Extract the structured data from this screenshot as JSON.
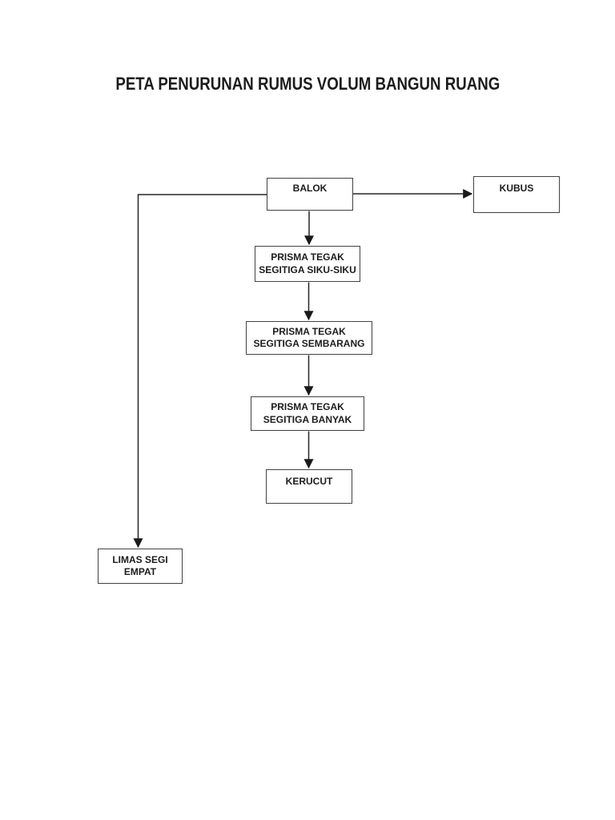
{
  "page": {
    "title": "PETA PENURUNAN RUMUS VOLUM BANGUN RUANG",
    "background_color": "#ffffff"
  },
  "colors": {
    "box_border": "#424242",
    "connector_line": "#262626",
    "text": "#1c1c1c"
  },
  "diagram": {
    "type": "flowchart",
    "nodes": {
      "balok": {
        "label": "BALOK"
      },
      "kubus": {
        "label": "KUBUS"
      },
      "prisma_siku": {
        "line1": "PRISMA TEGAK",
        "line2": "SEGITIGA SIKU-SIKU"
      },
      "prisma_sembarang": {
        "line1": "PRISMA TEGAK",
        "line2": "SEGITIGA SEMBARANG"
      },
      "prisma_banyak": {
        "line1": "PRISMA TEGAK",
        "line2": "SEGITIGA BANYAK"
      },
      "kerucut": {
        "label": "KERUCUT"
      },
      "limas": {
        "line1": "LIMAS SEGI",
        "line2": "EMPAT"
      }
    },
    "edges": [
      {
        "from": "BALOK",
        "to": "KUBUS"
      },
      {
        "from": "BALOK",
        "to": "PRISMA TEGAK SEGITIGA SIKU-SIKU"
      },
      {
        "from": "PRISMA TEGAK SEGITIGA SIKU-SIKU",
        "to": "PRISMA TEGAK SEGITIGA SEMBARANG"
      },
      {
        "from": "PRISMA TEGAK SEGITIGA SEMBARANG",
        "to": "PRISMA TEGAK SEGITIGA BANYAK"
      },
      {
        "from": "PRISMA TEGAK SEGITIGA BANYAK",
        "to": "KERUCUT"
      },
      {
        "from": "BALOK",
        "to": "LIMAS SEGI EMPAT"
      }
    ]
  }
}
